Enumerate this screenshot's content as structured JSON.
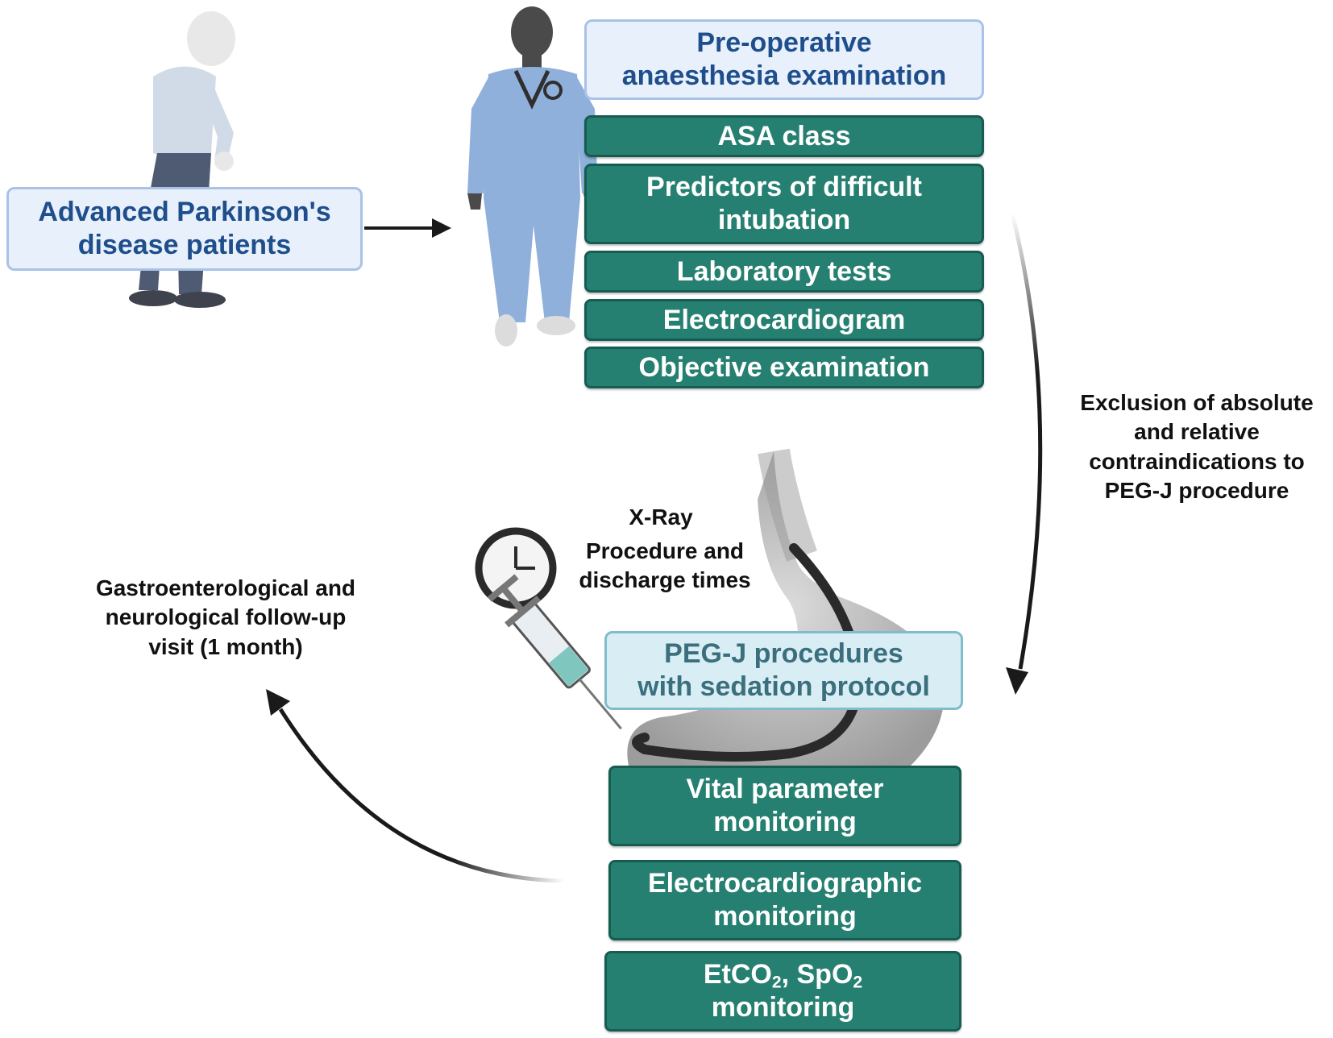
{
  "patients_box": {
    "lines": [
      "Advanced Parkinson's",
      "disease patients"
    ]
  },
  "preop_box": {
    "lines": [
      "Pre-operative",
      "anaesthesia examination"
    ]
  },
  "preop_items": [
    {
      "lines": [
        "ASA class"
      ]
    },
    {
      "lines": [
        "Predictors of difficult",
        "intubation"
      ]
    },
    {
      "lines": [
        "Laboratory tests"
      ]
    },
    {
      "lines": [
        "Electrocardiogram"
      ]
    },
    {
      "lines": [
        "Objective examination"
      ]
    }
  ],
  "exclusion_label": {
    "lines": [
      "Exclusion of absolute",
      "and relative",
      "contraindications to",
      "PEG-J procedure"
    ]
  },
  "xray_label": "X-Ray",
  "times_label": {
    "lines": [
      "Procedure and",
      "discharge times"
    ]
  },
  "followup_label": {
    "lines": [
      "Gastroenterological and",
      "neurological follow-up",
      "visit (1 month)"
    ]
  },
  "pegj_box": {
    "lines": [
      "PEG-J procedures",
      "with sedation protocol"
    ]
  },
  "monitoring_items": [
    {
      "lines": [
        "Vital parameter",
        "monitoring"
      ]
    },
    {
      "lines": [
        "Electrocardiographic",
        "monitoring"
      ]
    }
  ],
  "gas_monitoring": {
    "etco": "EtCO",
    "etco_sub": "2",
    "sep": ", ",
    "spo": "SpO",
    "spo_sub": "2",
    "line2": "monitoring"
  },
  "colors": {
    "teal_box": "#268071",
    "light_box": "#e8f1fb",
    "light_text": "#1f4e8c",
    "cyan_box": "#d8eef4",
    "arrow": "#1a1a1a"
  },
  "icons": [
    "elderly-patient-icon",
    "doctor-icon",
    "stomach-icon",
    "clock-icon",
    "syringe-icon"
  ]
}
